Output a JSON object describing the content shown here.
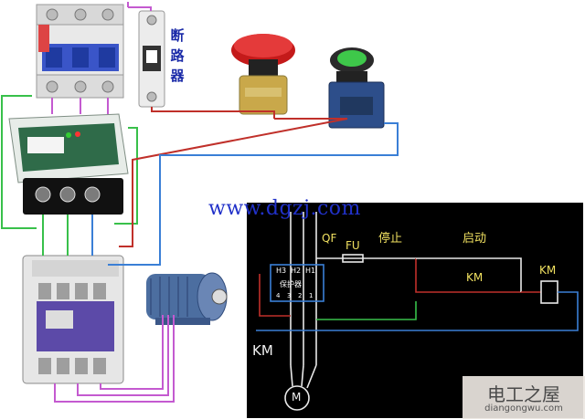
{
  "breaker_label": "断路器",
  "watermark_url": "www.dgzj.com",
  "schematic": {
    "qf_label": "QF",
    "fu_label": "FU",
    "stop_label": "停止",
    "start_label": "启动",
    "km_contact_label": "KM",
    "km_coil_label": "KM",
    "km_main_label": "KM",
    "motor_label": "M",
    "relay_terminals": [
      "H3",
      "H2",
      "H1"
    ],
    "relay_name": "保护器",
    "relay_bottom_terminals": [
      "4",
      "3",
      "2",
      "1"
    ]
  },
  "site_badge": {
    "title": "电工之屋",
    "domain": "diangongwu.com"
  },
  "colors": {
    "wire_red": "#c0302a",
    "wire_purple": "#c45ad0",
    "wire_green": "#38c04a",
    "wire_blue": "#3a7fd6",
    "text_blue": "#1a2aa8"
  }
}
